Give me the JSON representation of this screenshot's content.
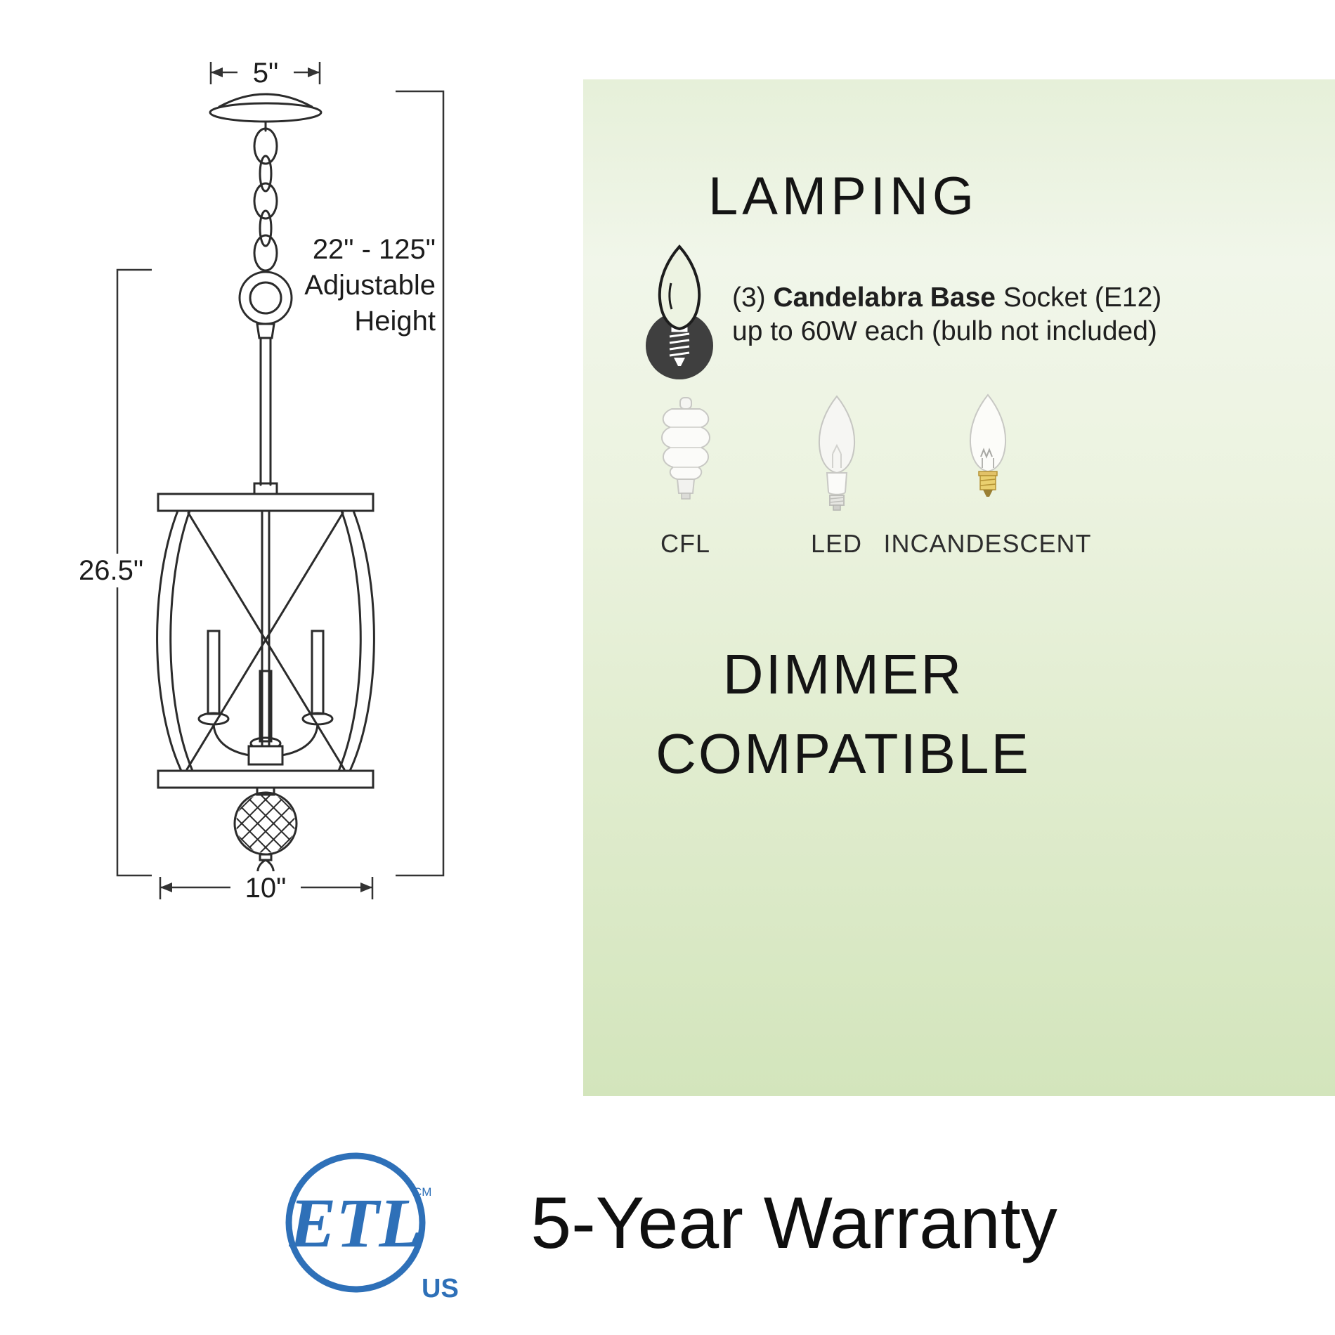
{
  "diagram": {
    "canopy_width": "5\"",
    "height_range": "22\" - 125\"",
    "height_label1": "Adjustable",
    "height_label2": "Height",
    "body_height": "26.5\"",
    "body_width": "10\""
  },
  "lamping": {
    "title": "LAMPING",
    "socket_prefix": "(3) ",
    "socket_bold": "Candelabra Base",
    "socket_suffix": " Socket (E12)",
    "socket_line2": "up to 60W each (bulb not included)",
    "bulbs": [
      "CFL",
      "LED",
      "INCANDESCENT"
    ],
    "dimmer_line1": "DIMMER",
    "dimmer_line2": "COMPATIBLE"
  },
  "footer": {
    "etl": "ETL",
    "cm": "CM",
    "us": "US",
    "warranty": "5-Year Warranty"
  },
  "colors": {
    "etl_blue": "#2e70b8",
    "panel_green_top": "#e6f0d9",
    "panel_green_bottom": "#d3e5bc",
    "line_color": "#2b2b2b",
    "socket_circle": "#3f3f3f"
  }
}
